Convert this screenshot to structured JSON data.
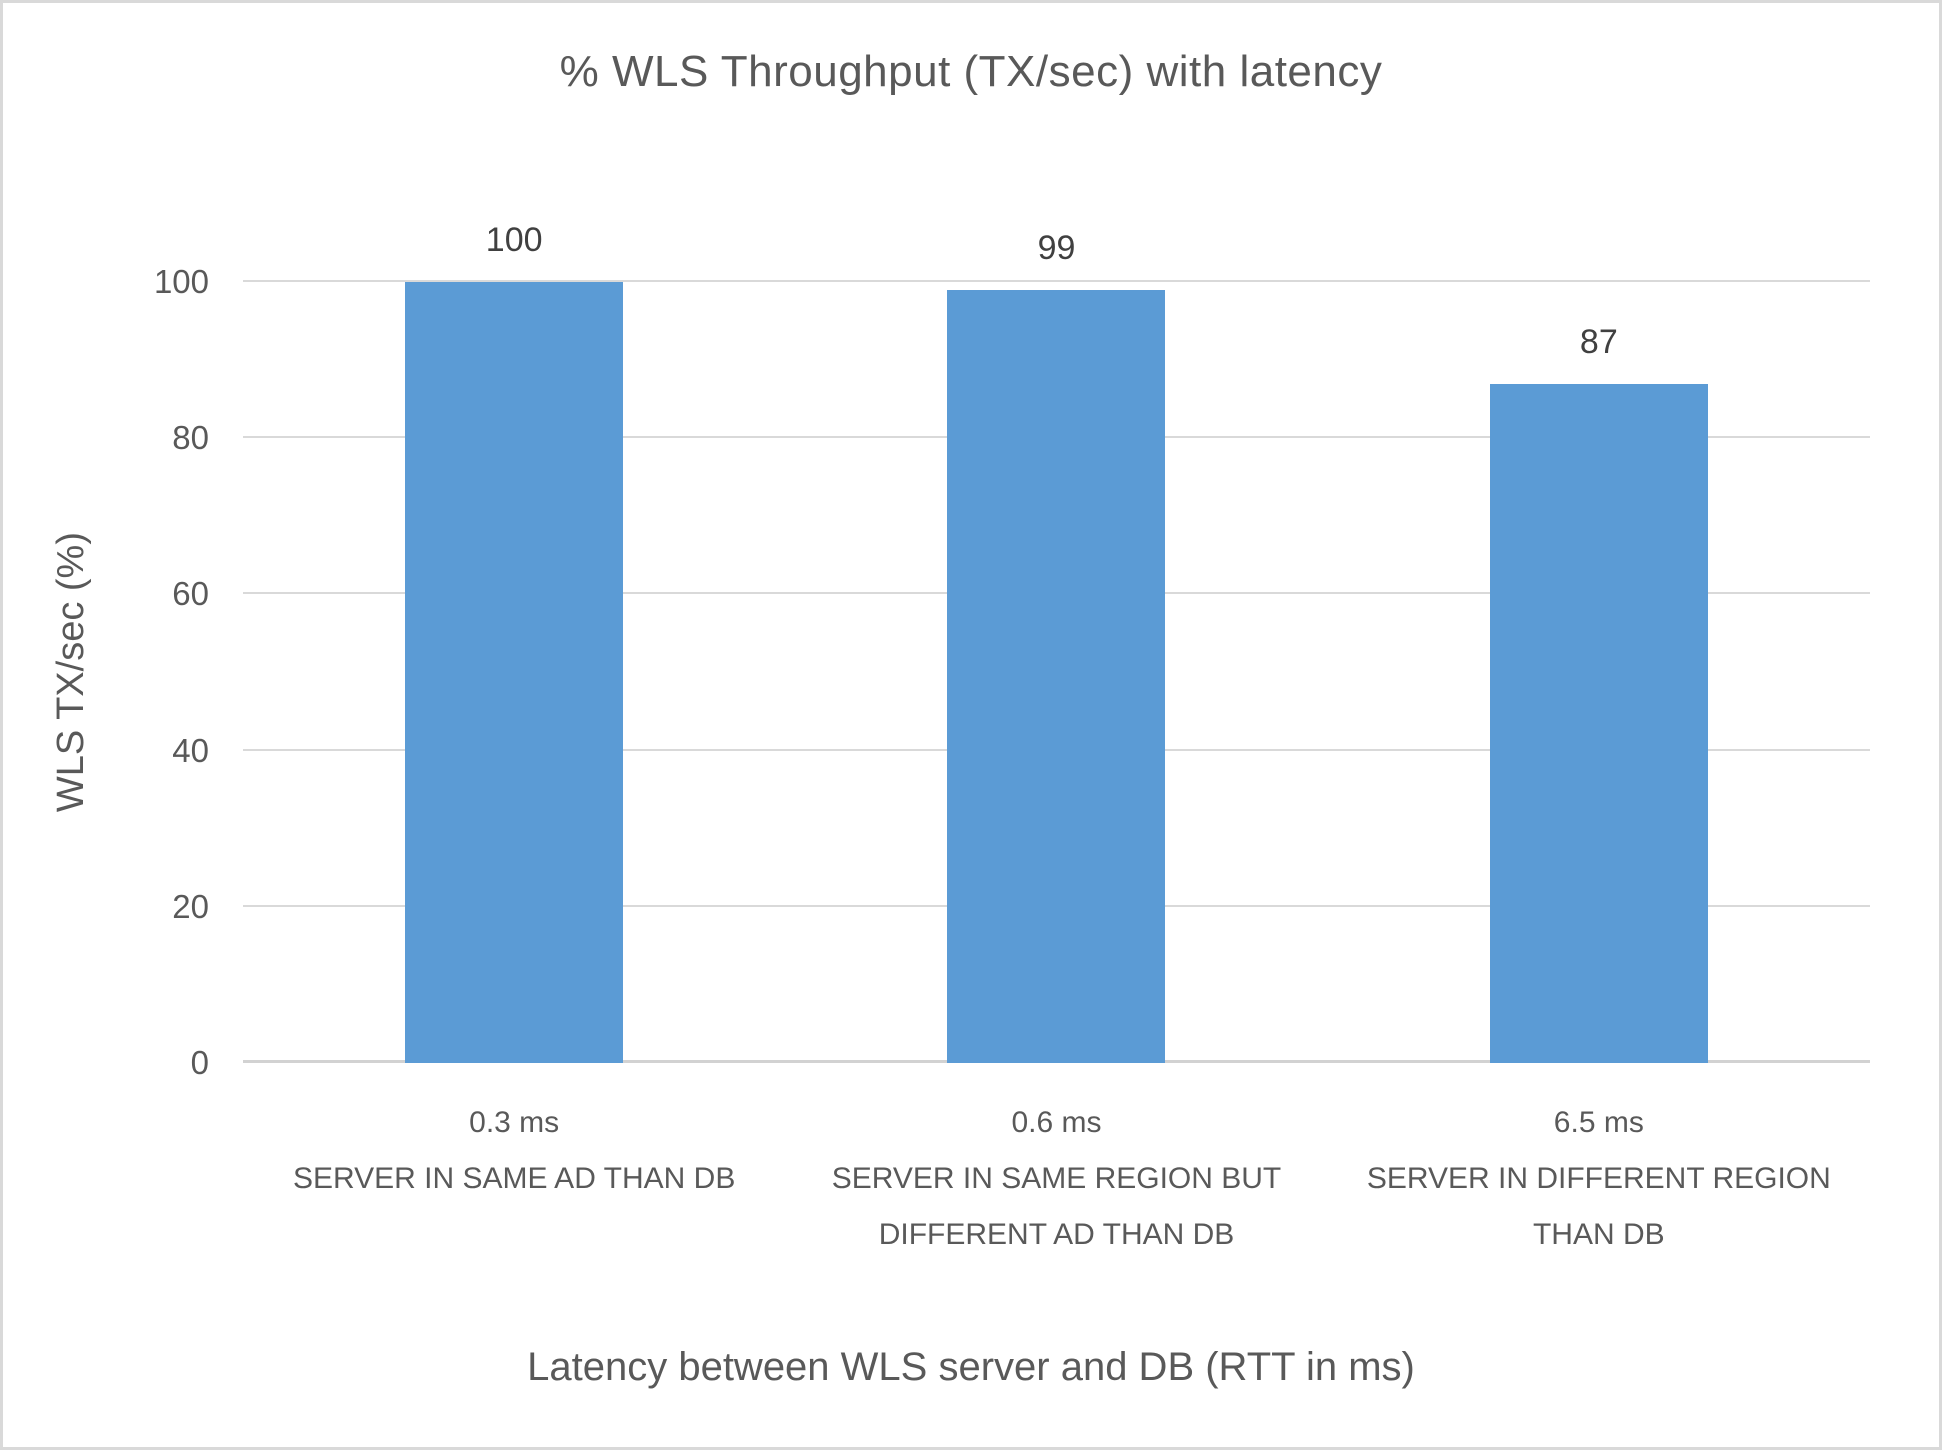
{
  "chart_data": {
    "type": "bar",
    "title": "% WLS Throughput (TX/sec) with latency",
    "xlabel": "Latency between WLS server and DB (RTT in ms)",
    "ylabel": "WLS TX/sec (%)",
    "ylim": [
      0,
      100
    ],
    "yticks": [
      0,
      20,
      40,
      60,
      80,
      100
    ],
    "grid": true,
    "legend": false,
    "categories": [
      {
        "rtt": "0.3 ms",
        "desc_lines": [
          "SERVER IN SAME AD THAN DB"
        ]
      },
      {
        "rtt": "0.6 ms",
        "desc_lines": [
          "SERVER IN SAME REGION BUT",
          "DIFFERENT AD THAN DB"
        ]
      },
      {
        "rtt": "6.5 ms",
        "desc_lines": [
          "SERVER IN DIFFERENT REGION",
          "THAN DB"
        ]
      }
    ],
    "values": [
      100,
      99,
      87
    ],
    "data_labels": [
      "100",
      "99",
      "87"
    ]
  },
  "colors": {
    "bar": "#5b9bd5",
    "text": "#595959",
    "data_label": "#404040",
    "gridline": "#d9d9d9",
    "axis_line": "#d2d2d2",
    "frame_border": "#d9d9d9",
    "background": "#ffffff"
  }
}
